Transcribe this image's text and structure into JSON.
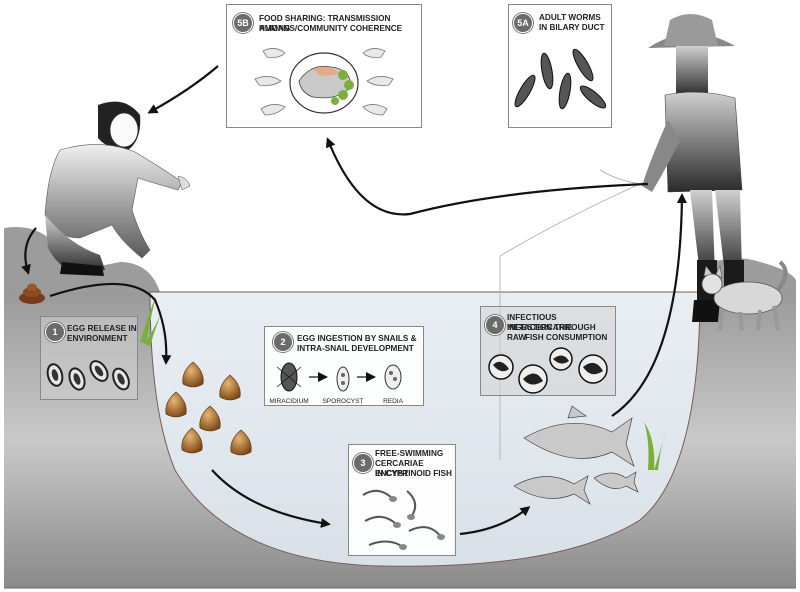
{
  "steps": [
    {
      "num": "1",
      "title_line1": "EGG RELEASE IN",
      "title_line2": "ENVIRONMENT"
    },
    {
      "num": "2",
      "title_line1": "EGG INGESTION BY SNAILS &",
      "title_line2": "INTRA-SNAIL DEVELOPMENT",
      "stages": [
        "MIRACIDIUM",
        "SPOROCYST",
        "REDIA"
      ]
    },
    {
      "num": "3",
      "title_line1": "FREE-SWIMMING",
      "title_line2": "CERCARIAE ENCYST",
      "title_line3": "IN CYPRINOID FISH"
    },
    {
      "num": "4",
      "title_line1": "INFECTIOUS METACERCARIE",
      "title_line2": "INGESTION THROUGH RAW",
      "title_line3": "FISH CONSUMPTION"
    },
    {
      "num": "5A",
      "title_line1": "ADULT WORMS",
      "title_line2": "IN BILARY DUCT"
    },
    {
      "num": "5B",
      "title_line1": "FOOD SHARING: TRANSMISSION AMONG",
      "title_line2": "HUMANS/COMMUNITY COHERENCE"
    }
  ],
  "colors": {
    "water": "#dfe6ec",
    "ground": "#8a8a8a",
    "arrow": "#111111",
    "snail": "#a0652a",
    "feces": "#7a3b1a",
    "plant": "#7cae3c"
  }
}
